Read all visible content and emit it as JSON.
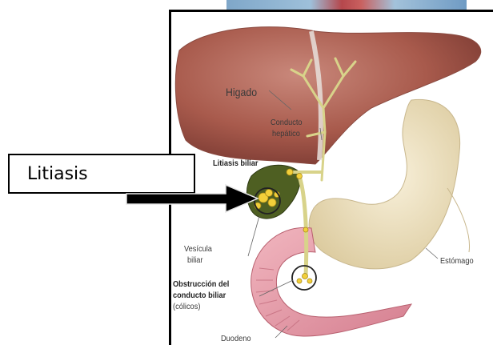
{
  "callout": {
    "text": "Litiasis"
  },
  "diagram": {
    "labels": {
      "liver": "Higado",
      "hepatic_duct_line1": "Conducto",
      "hepatic_duct_line2": "hepático",
      "gallstones": "Litiasis biliar",
      "gallbladder_line1": "Vesícula",
      "gallbladder_line2": "biliar",
      "obstruction_line1": "Obstrucción del",
      "obstruction_line2": "conducto biliar",
      "obstruction_line3": "(cólicos)",
      "stomach": "Estómago",
      "duodenum": "Duodeno"
    }
  },
  "colors": {
    "liver": "#a85a4c",
    "stomach": "#efe3c6",
    "duodenum": "#e9a1ad",
    "bile_duct": "#d8d38a",
    "stones": "#f2cf3a",
    "gallbladder": "#4e5f22"
  }
}
